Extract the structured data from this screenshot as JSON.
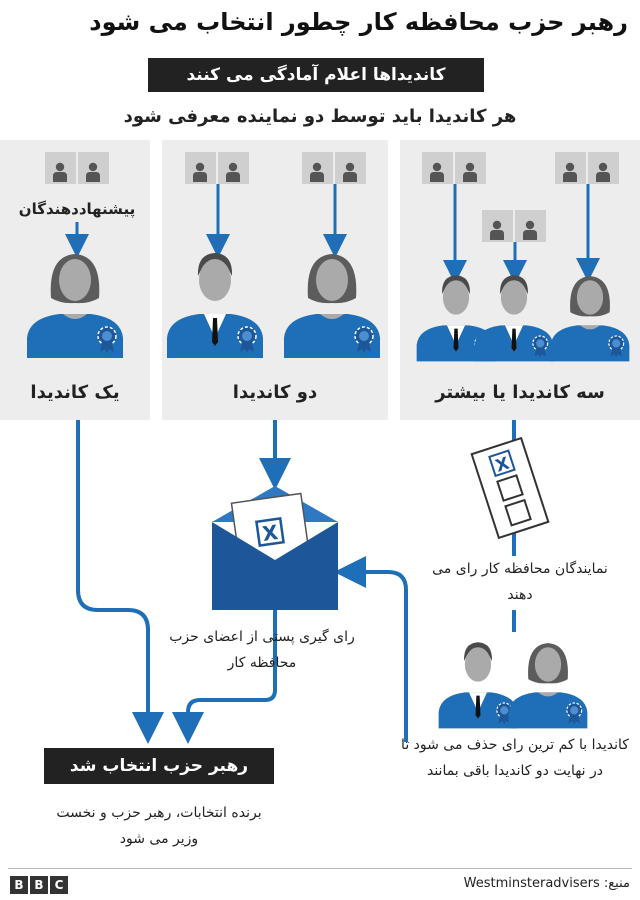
{
  "title": "رهبر حزب محافظه کار چطور انتخاب می شود",
  "banner": "کاندیداها اعلام آمادگی می کنند",
  "subtitle": "هر کاندیدا باید توسط دو نماینده معرفی شود",
  "proposers_label": "پیشنهاددهندگان",
  "panels": {
    "one": "یک کاندیدا",
    "two": "دو کاندیدا",
    "three": "سه کاندیدا یا بیشتر"
  },
  "mp_vote_note": "نمایندگان محافظه کار رای می دهند",
  "postal_note": "رای گیری پستی از اعضای حزب محافظه کار",
  "elimination_note": "کاندیدا با کم ترین رای حذف می شود تا در نهایت دو کاندیدا باقی بمانند",
  "leader_box": "رهبر حزب انتخاب شد",
  "winner_note": "برنده انتخابات، رهبر حزب و نخست وزیر می شود",
  "footer": {
    "logo_letters": [
      "B",
      "B",
      "C"
    ],
    "source": "منبع: Westminsteradvisers"
  },
  "colors": {
    "blue": "#1e6fb8",
    "dark_blue": "#1d5699",
    "panel_gray": "#ededed",
    "dark_box": "#222222"
  }
}
